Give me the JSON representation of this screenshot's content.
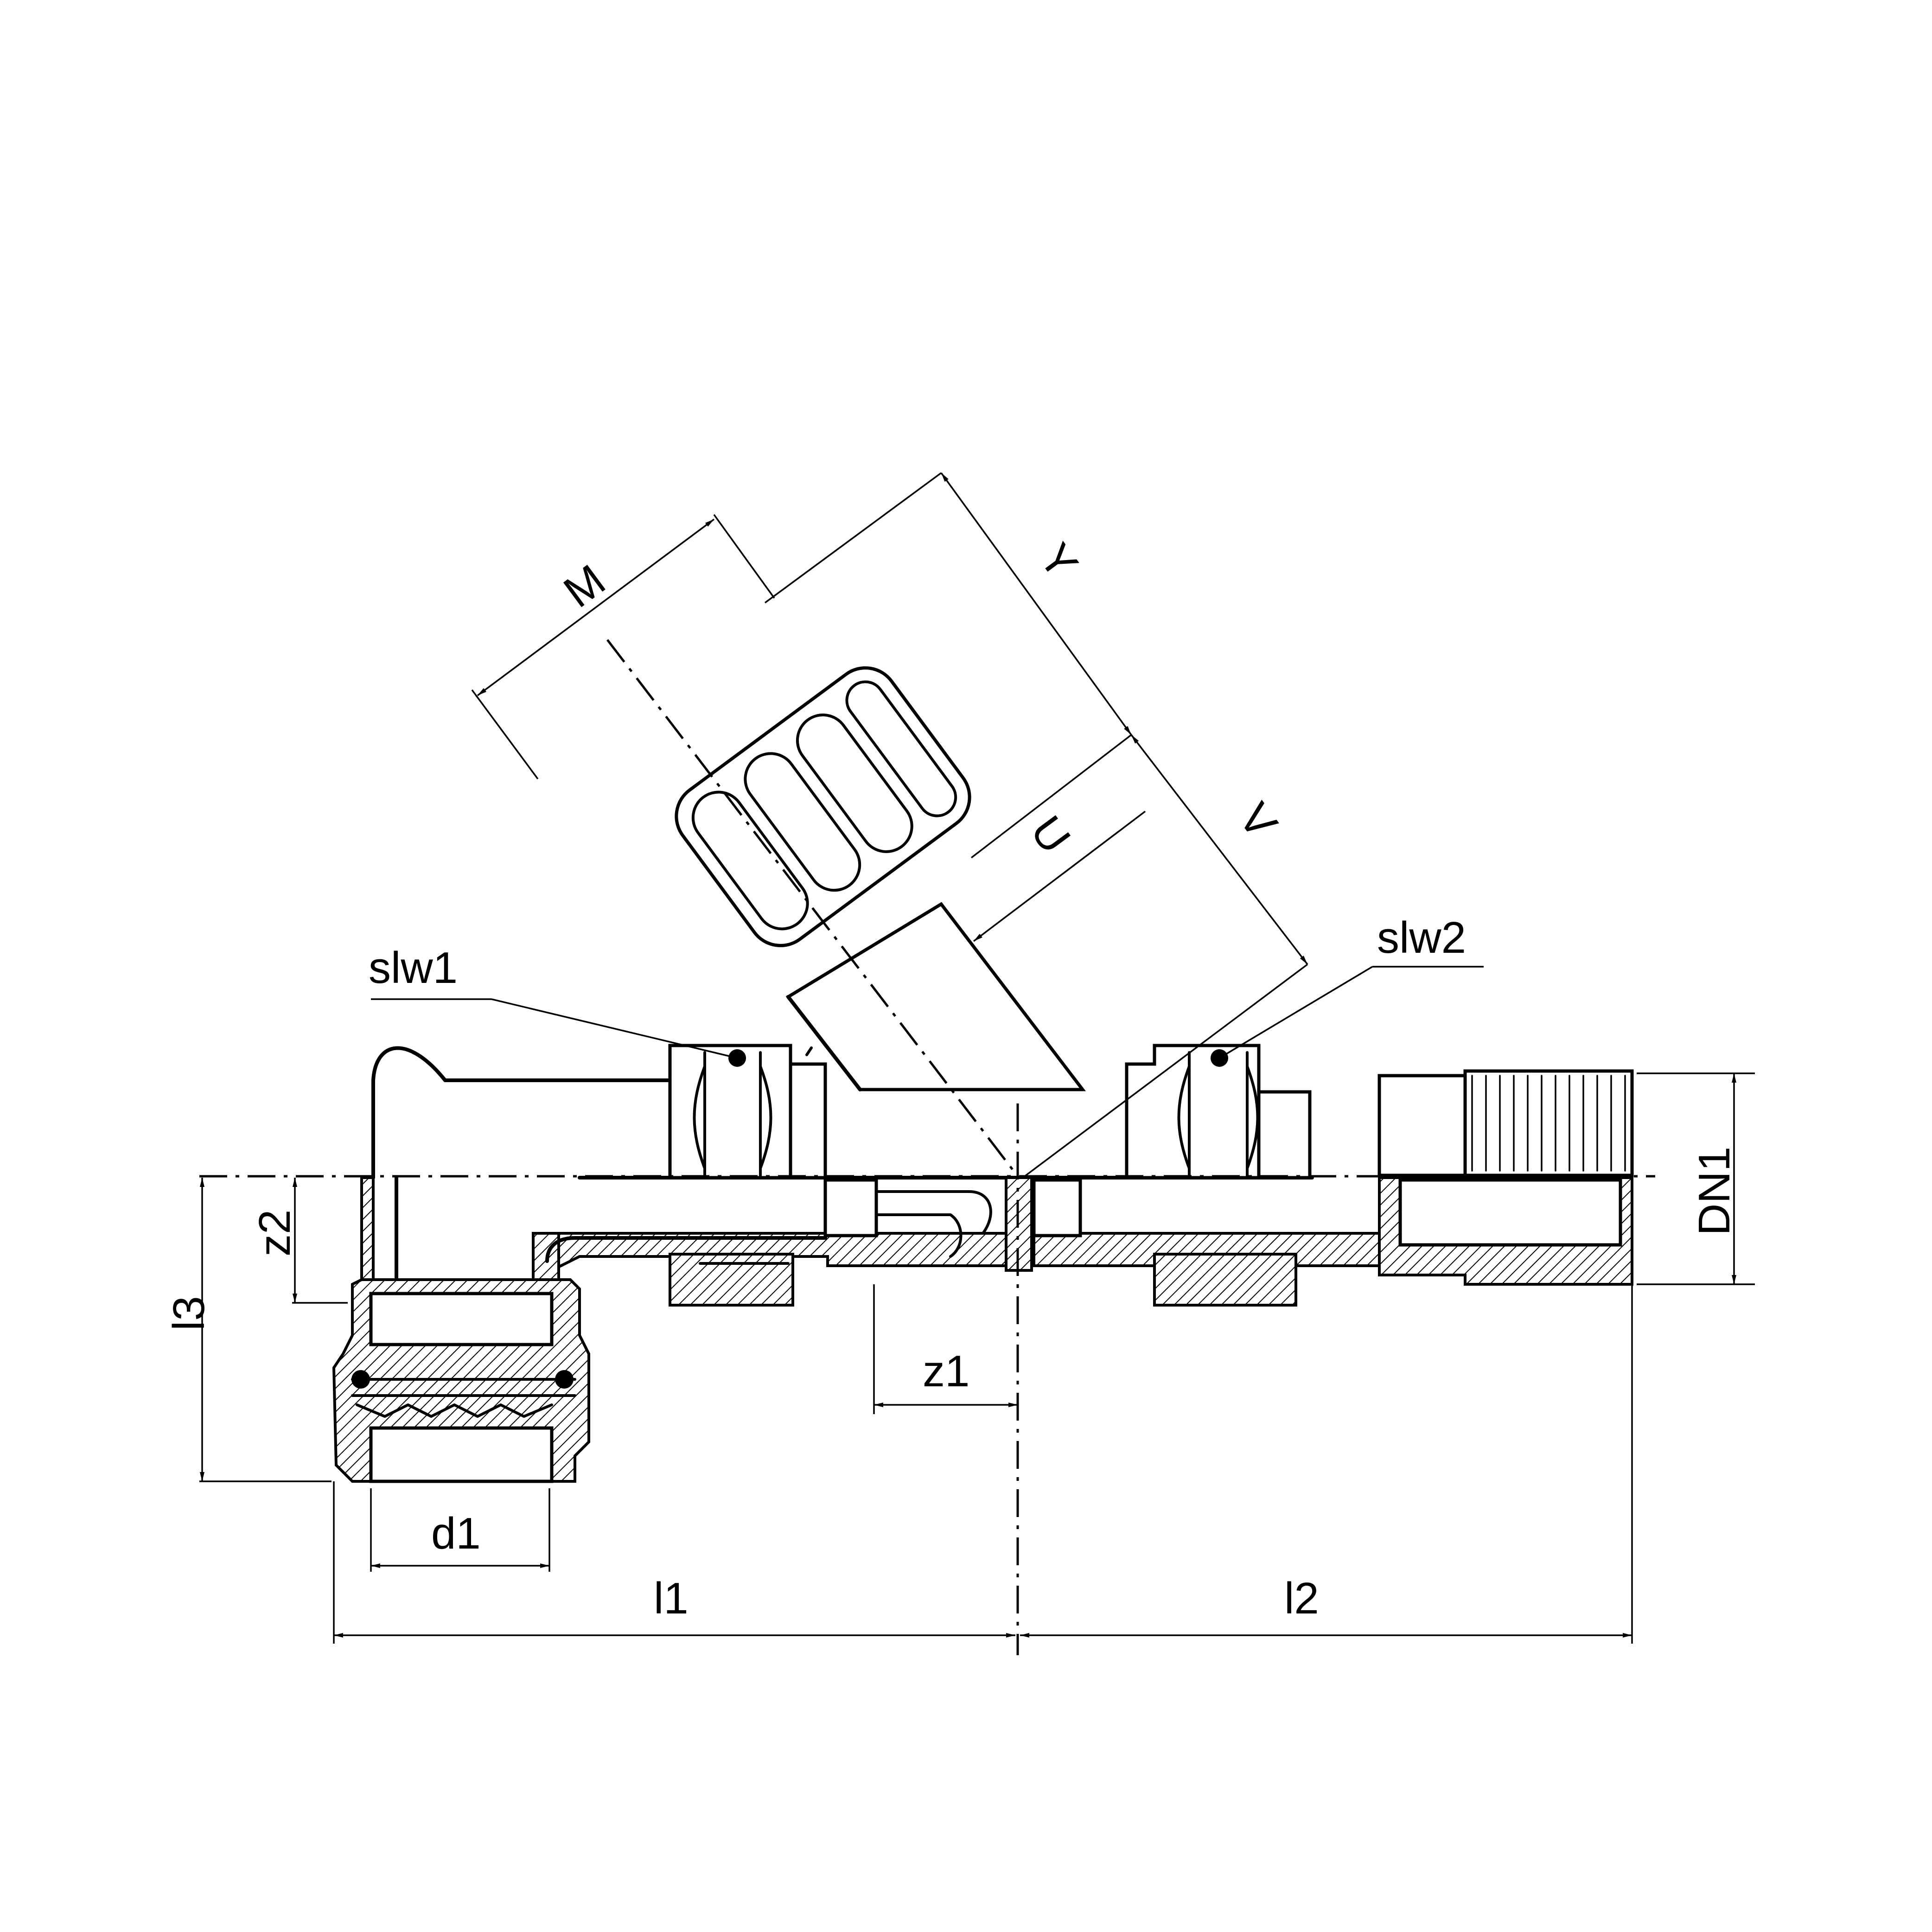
{
  "labels": {
    "M": "M",
    "Y": "Y",
    "U": "U",
    "V": "V",
    "slw1": "slw1",
    "slw2": "slw2",
    "DN1": "DN1",
    "z1": "z1",
    "z2": "z2",
    "l1": "l1",
    "l2": "l2",
    "l3": "l3",
    "d1": "d1"
  }
}
